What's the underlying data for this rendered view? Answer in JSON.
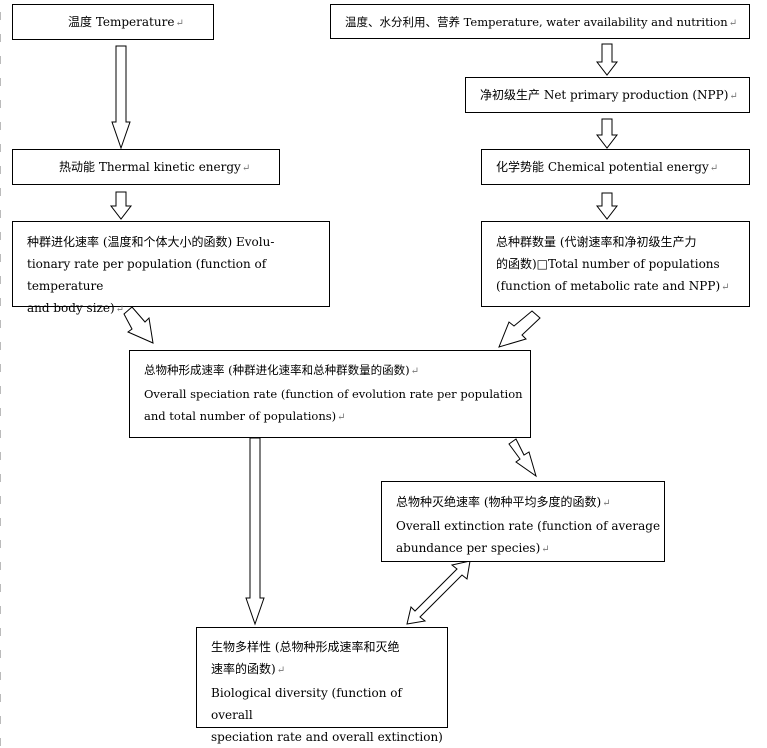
{
  "nodes": {
    "temperature": {
      "text": "温度 Temperature"
    },
    "temp_water_nutrition": {
      "text": "温度、水分利用、营养 Temperature, water availability and nutrition"
    },
    "npp": {
      "text": "净初级生产 Net primary production (NPP)"
    },
    "thermal_kinetic": {
      "text": "热动能 Thermal kinetic energy"
    },
    "chemical_potential": {
      "text": "化学势能 Chemical potential energy"
    },
    "evolutionary_rate": {
      "line1": "种群进化速率 (温度和个体大小的函数) Evolu-",
      "line2": "tionary rate per population (function of temperature",
      "line3": "and body size)"
    },
    "total_populations": {
      "line1": "总种群数量 (代谢速率和净初级生产力",
      "line2": "的函数)□Total number of populations",
      "line3": "(function of metabolic rate and NPP)"
    },
    "overall_speciation": {
      "line1": "总物种形成速率 (种群进化速率和总种群数量的函数)",
      "line2": "Overall speciation rate (function of evolution rate per population",
      "line3": "and total number of populations)"
    },
    "overall_extinction": {
      "line1": "总物种灭绝速率 (物种平均多度的函数)",
      "line2": "Overall extinction rate (function of average",
      "line3": "abundance per species)"
    },
    "biological_diversity": {
      "line1": "生物多样性 (总物种形成速率和灭绝",
      "line2": "速率的函数)",
      "line3": "Biological diversity (function of overall",
      "line4": "speciation rate and overall extinction)"
    }
  },
  "paragraph_mark": "↵"
}
